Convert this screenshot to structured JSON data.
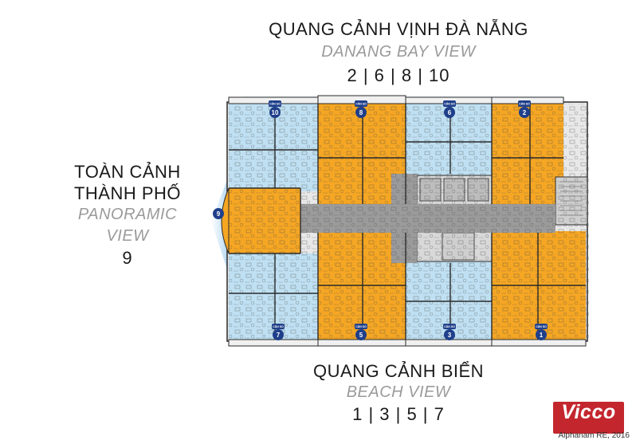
{
  "top_view": {
    "vn": "QUANG CẢNH VỊNH ĐÀ NẴNG",
    "en": "DANANG BAY VIEW",
    "units": "2 | 6 | 8 | 10"
  },
  "left_view": {
    "vn_line1": "TOÀN CẢNH",
    "vn_line2": "THÀNH PHỐ",
    "en_line1": "PANORAMIC",
    "en_line2": "VIEW",
    "units": "9"
  },
  "bottom_view": {
    "vn": "QUANG CẢNH BIỂN",
    "en": "BEACH VIEW",
    "units": "1 | 3 | 5 | 7"
  },
  "unit_markers": [
    "10",
    "8",
    "6",
    "2",
    "9",
    "7",
    "5",
    "3",
    "1"
  ],
  "unit_tag": "CĂN SỐ",
  "colors": {
    "orange": "#f5a623",
    "light_blue": "#bfe0f2",
    "corridor": "#9b9b9b",
    "wall": "#2a2a2a",
    "badge": "#1f3f8a",
    "brand": "#c4262e"
  },
  "brand": {
    "logo_text": "Vicco",
    "credit": "Alphanam RE, 2016"
  }
}
